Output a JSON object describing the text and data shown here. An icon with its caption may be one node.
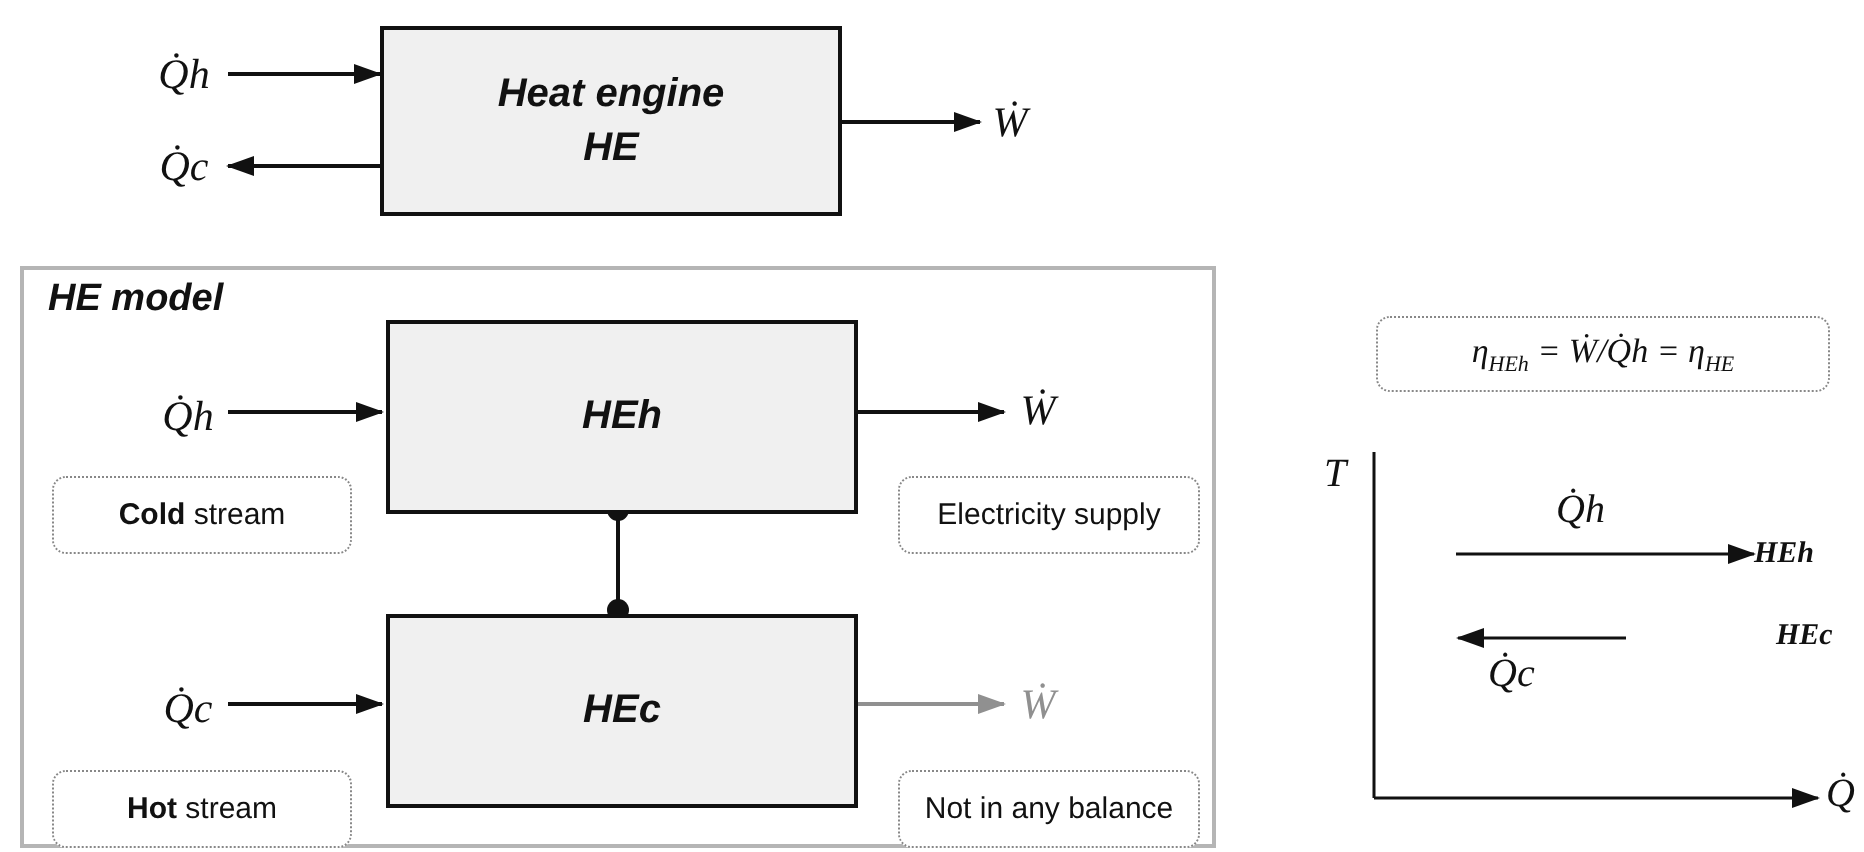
{
  "diagram": {
    "nodes": [
      {
        "text": [
          "Heat engine HE"
        ]
      },
      {
        "text": [
          "Q̇h"
        ]
      },
      {
        "text": [
          "Q̇c"
        ]
      },
      {
        "text": [
          "Ẇ"
        ]
      },
      {
        "text": [
          "HE model"
        ]
      },
      {
        "text": [
          "Q̇h"
        ],
        "in": 4
      },
      {
        "text": [
          "HEh"
        ],
        "in": 4
      },
      {
        "text": [
          "Ẇ"
        ],
        "in": 4
      },
      {
        "text": [
          "**Cold** stream"
        ],
        "in": 4
      },
      {
        "text": [
          "Electricity supply"
        ],
        "in": 4
      },
      {
        "text": [
          "Q̇c"
        ],
        "in": 4
      },
      {
        "text": [
          "HEc"
        ],
        "in": 4
      },
      {
        "text": [
          "Ẇ"
        ],
        "in": 4
      },
      {
        "text": [
          "**Hot** stream"
        ],
        "in": 4
      },
      {
        "text": [
          "Not in any balance"
        ],
        "in": 4
      },
      {
        "text": [
          "η$_{HEh}$ = Ẇ/Q̇h = η$_{HE}$"
        ]
      },
      {
        "text": [
          "HEh"
        ]
      }
    ],
    "edges": [
      {
        "from": 1,
        "to": 0,
        "arrow": "to"
      },
      {
        "from": 0,
        "to": 2,
        "arrow": "to"
      },
      {
        "from": 0,
        "to": 3,
        "arrow": "to"
      },
      {
        "from": 5,
        "to": 6,
        "arrow": "to"
      },
      {
        "from": 6,
        "to": 7,
        "arrow": "to"
      },
      {
        "from": 6,
        "to": 11,
        "arrow": "other"
      },
      {
        "from": 10,
        "to": 11,
        "arrow": "to"
      },
      {
        "from": 11,
        "to": 12,
        "arrow": "to",
        "color": "#909090"
      },
      {
        "from": null,
        "to": 16,
        "arrow": "to",
        "label": "Q̇h"
      }
    ],
    "labels": [
      "T",
      "HEc",
      "Q̇c",
      "Q̇"
    ]
  }
}
